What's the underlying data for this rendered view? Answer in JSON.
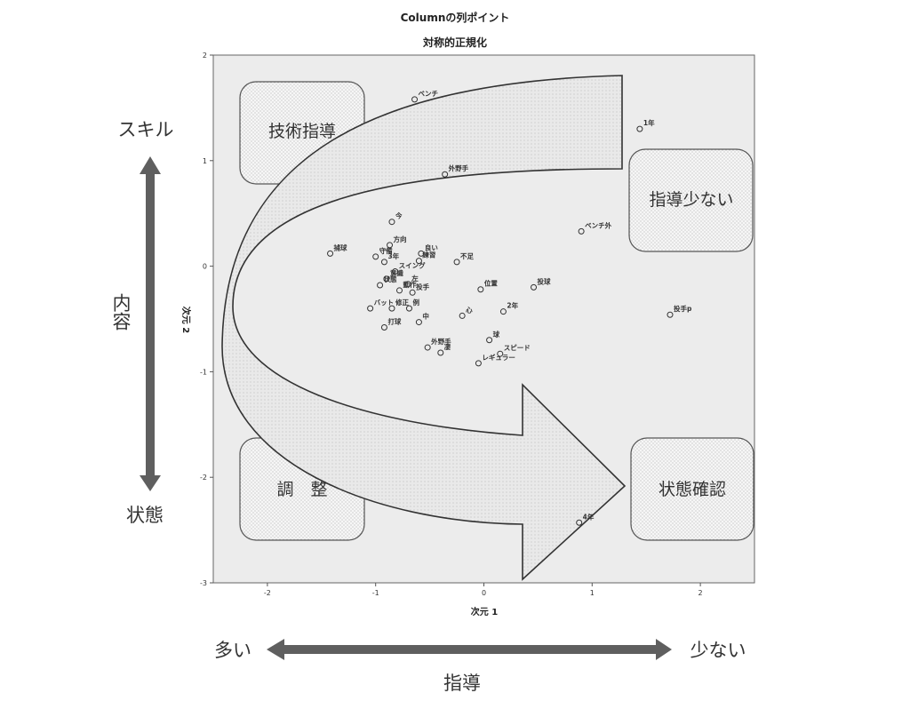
{
  "chart_data": {
    "type": "scatter",
    "title": "Columnの列ポイント",
    "subtitle": "対称的正規化",
    "xlabel": "次元 1",
    "ylabel": "次元 2",
    "xlim": [
      -2.5,
      2.5
    ],
    "ylim": [
      -3,
      2
    ],
    "xticks": [
      "-2",
      "-1",
      "0",
      "1",
      "2"
    ],
    "yticks": [
      "-3",
      "-2",
      "-1",
      "0",
      "1",
      "2"
    ],
    "grid": false,
    "points": [
      {
        "label": "ベンチ",
        "x": -0.64,
        "y": 1.58
      },
      {
        "label": "1年",
        "x": 1.44,
        "y": 1.3
      },
      {
        "label": "外野手",
        "x": -0.36,
        "y": 0.87
      },
      {
        "label": "今",
        "x": -0.85,
        "y": 0.42
      },
      {
        "label": "方向",
        "x": -0.87,
        "y": 0.2
      },
      {
        "label": "良い",
        "x": -0.58,
        "y": 0.12
      },
      {
        "label": "練習",
        "x": -0.6,
        "y": 0.05
      },
      {
        "label": "捕球",
        "x": -1.42,
        "y": 0.12
      },
      {
        "label": "守備",
        "x": -1.0,
        "y": 0.09
      },
      {
        "label": "3年",
        "x": -0.92,
        "y": 0.04
      },
      {
        "label": "スイング",
        "x": -0.82,
        "y": -0.05
      },
      {
        "label": "意識",
        "x": -0.9,
        "y": -0.12
      },
      {
        "label": "左",
        "x": -0.7,
        "y": -0.17
      },
      {
        "label": "状態",
        "x": -0.96,
        "y": -0.18
      },
      {
        "label": "動作",
        "x": -0.78,
        "y": -0.23
      },
      {
        "label": "投手",
        "x": -0.66,
        "y": -0.25
      },
      {
        "label": "バット",
        "x": -1.05,
        "y": -0.4
      },
      {
        "label": "修正",
        "x": -0.85,
        "y": -0.4
      },
      {
        "label": "例",
        "x": -0.69,
        "y": -0.4
      },
      {
        "label": "打球",
        "x": -0.92,
        "y": -0.58
      },
      {
        "label": "中",
        "x": -0.6,
        "y": -0.53
      },
      {
        "label": "外野手",
        "x": -0.52,
        "y": -0.77
      },
      {
        "label": "凄",
        "x": -0.4,
        "y": -0.82
      },
      {
        "label": "不足",
        "x": -0.25,
        "y": 0.04
      },
      {
        "label": "位置",
        "x": -0.03,
        "y": -0.22
      },
      {
        "label": "心",
        "x": -0.2,
        "y": -0.47
      },
      {
        "label": "球",
        "x": 0.05,
        "y": -0.7
      },
      {
        "label": "スピード",
        "x": 0.15,
        "y": -0.83
      },
      {
        "label": "レギュラー",
        "x": -0.05,
        "y": -0.92
      },
      {
        "label": "2年",
        "x": 0.18,
        "y": -0.43
      },
      {
        "label": "投球",
        "x": 0.46,
        "y": -0.2
      },
      {
        "label": "ベンチ外",
        "x": 0.9,
        "y": 0.33
      },
      {
        "label": "投手p",
        "x": 1.72,
        "y": -0.46
      },
      {
        "label": "4年",
        "x": 0.88,
        "y": -2.43
      }
    ]
  },
  "annotations": {
    "boxes": [
      {
        "label": "技術指導"
      },
      {
        "label": "指導少ない"
      },
      {
        "label": "調　整"
      },
      {
        "label": "状態確認"
      }
    ],
    "vertical_axis": {
      "top": "スキル",
      "middle": "内容",
      "bottom": "状態"
    },
    "horizontal_axis": {
      "left": "多い",
      "right": "少ない",
      "caption": "指導"
    }
  },
  "colors": {
    "plot_background": "#ececec",
    "arrow_fill": "#dddddd",
    "axis_arrow": "#555555",
    "box_fill": "#f7f7f7"
  }
}
